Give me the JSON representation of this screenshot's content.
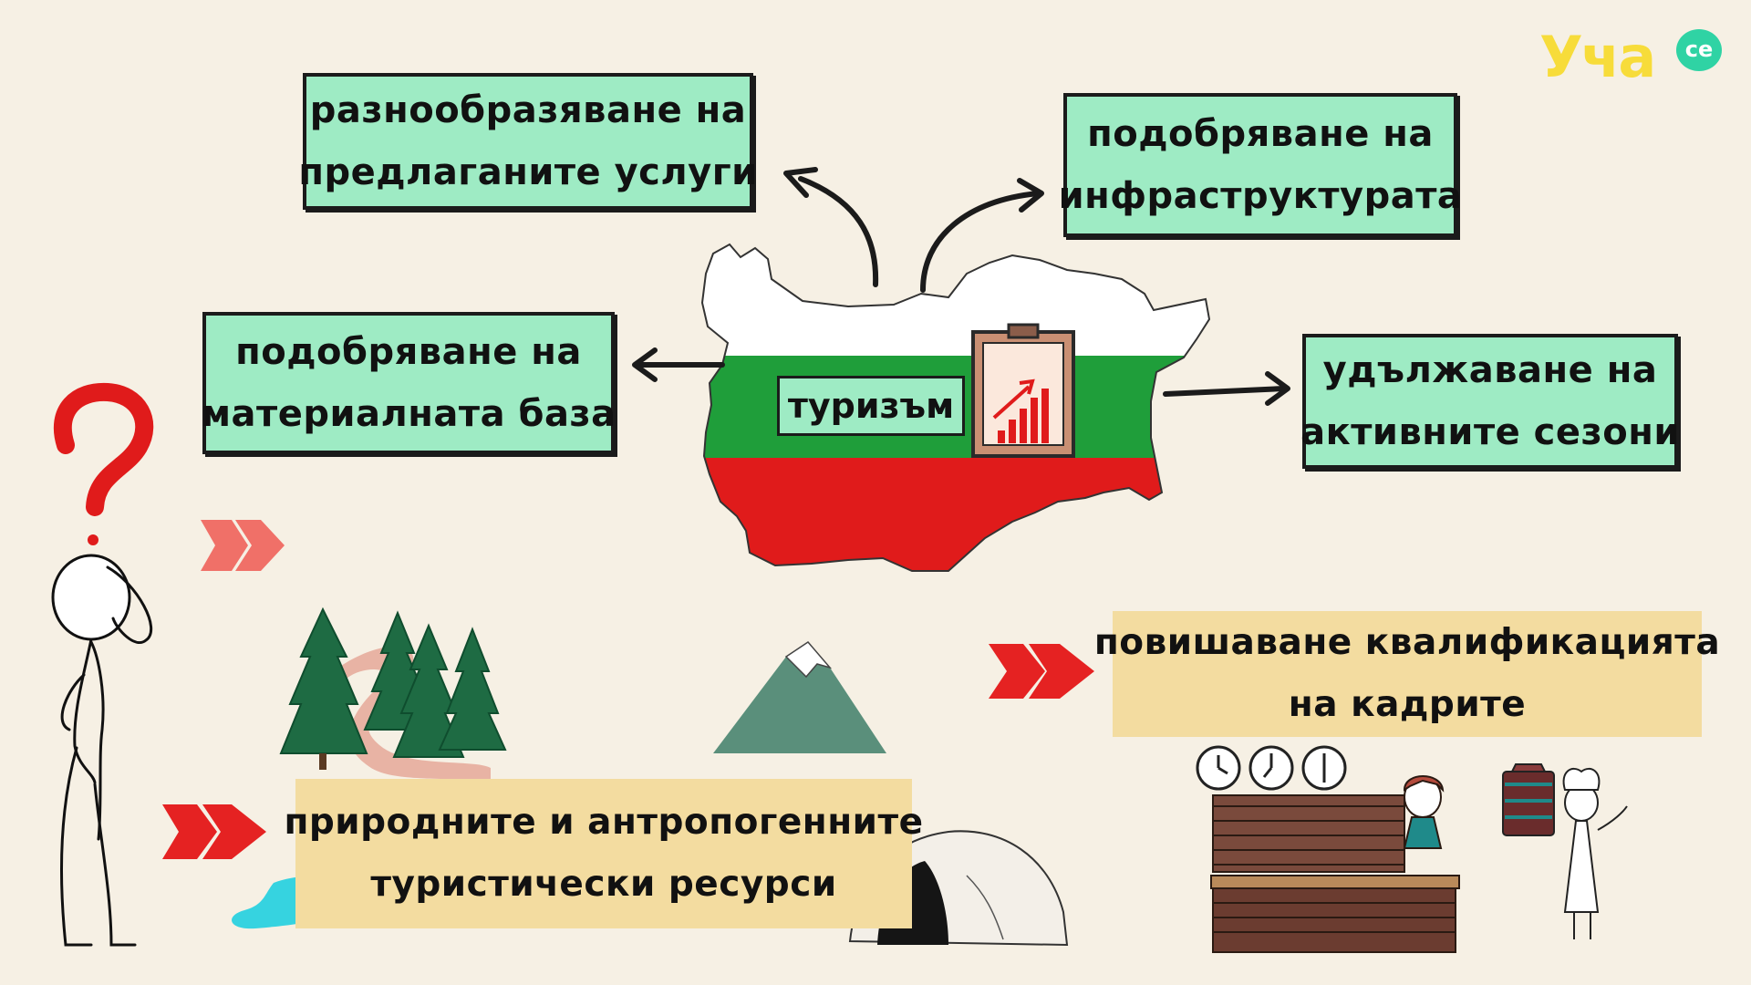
{
  "logo": {
    "text": "Уча",
    "badge": "се"
  },
  "center": {
    "label": "туризъм"
  },
  "boxes": {
    "diversify": [
      "разнообразяване на",
      "предлаганите услуги"
    ],
    "infrastructure": [
      "подобряване на",
      "инфраструктурата"
    ],
    "material": [
      "подобряване на",
      "материалната база"
    ],
    "seasons": [
      "удължаване на",
      "активните сезони"
    ],
    "qualification": [
      "повишаване квалификацията",
      "на кадрите"
    ],
    "resources": [
      "природните и антропогенните",
      "туристически ресурси"
    ]
  },
  "colors": {
    "background": "#f6f0e4",
    "box_green": "#9eebc4",
    "box_tan": "#f3dca0",
    "flag_white": "#ffffff",
    "flag_green": "#1f9e3a",
    "flag_red": "#e01b1b",
    "arrow_red": "#e52222",
    "arrow_pink": "#f07068",
    "logo_yellow": "#f7dc3a",
    "logo_teal": "#2fd3a4"
  },
  "icons": [
    "question-mark-icon",
    "thinking-person-icon",
    "fir-trees-icon",
    "mountain-icon",
    "cave-icon",
    "lake-icon",
    "growth-chart-clipboard-icon",
    "clocks-icon",
    "reception-desk-icon",
    "chef-with-cake-icon"
  ]
}
